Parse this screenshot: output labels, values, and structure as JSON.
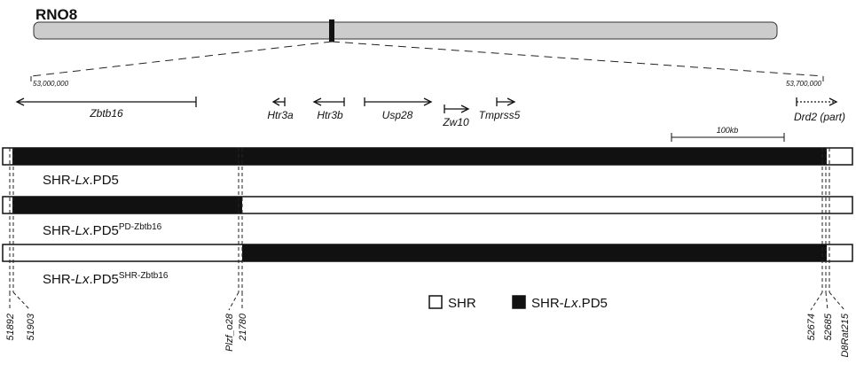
{
  "chromosome": {
    "label": "RNO8"
  },
  "coordinates": {
    "left": "53,000,000",
    "right": "53,700,000"
  },
  "genes": [
    {
      "name": "Zbtb16"
    },
    {
      "name": "Htr3a"
    },
    {
      "name": "Htr3b"
    },
    {
      "name": "Usp28"
    },
    {
      "name": "Zw10"
    },
    {
      "name": "Tmprss5"
    },
    {
      "name": "Drd2 (part)"
    }
  ],
  "scale_bar": {
    "label": "100kb"
  },
  "strains": [
    {
      "prefix": "SHR-",
      "italic": "Lx",
      "suffix": ".PD5",
      "superscript": ""
    },
    {
      "prefix": "SHR-",
      "italic": "Lx",
      "suffix": ".PD5",
      "superscript": "PD-Zbtb16"
    },
    {
      "prefix": "SHR-",
      "italic": "Lx",
      "suffix": ".PD5",
      "superscript": "SHR-Zbtb16"
    }
  ],
  "legend": {
    "shr": "SHR",
    "pd5": {
      "prefix": "SHR-",
      "italic": "Lx",
      "suffix": ".PD5"
    }
  },
  "markers": [
    "51892",
    "51903",
    "Plzf_o28",
    "21780",
    "52674",
    "52685",
    "D8Rat215"
  ],
  "colors": {
    "congenic": "#111111",
    "shr": "#ffffff",
    "chromosome": "#cccccc",
    "centromere_band": "#111111"
  }
}
